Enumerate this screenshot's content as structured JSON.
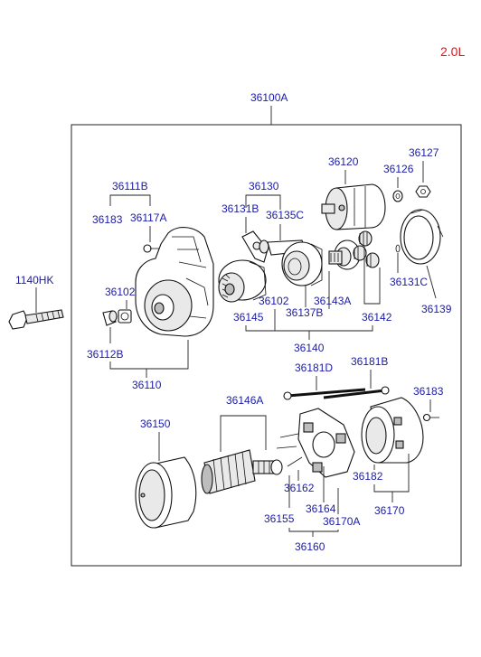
{
  "engine": "2.0L",
  "assembly": "36100A",
  "labels": {
    "p1140HK": "1140HK",
    "p36111B": "36111B",
    "p36183a": "36183",
    "p36117A": "36117A",
    "p36102a": "36102",
    "p36112B": "36112B",
    "p36110": "36110",
    "p36130": "36130",
    "p36131B": "36131B",
    "p36135C": "36135C",
    "p36102b": "36102",
    "p36145": "36145",
    "p36137B": "36137B",
    "p36143A": "36143A",
    "p36140": "36140",
    "p36120": "36120",
    "p36127": "36127",
    "p36126": "36126",
    "p36131C": "36131C",
    "p36139": "36139",
    "p36142": "36142",
    "p36181D": "36181D",
    "p36181B": "36181B",
    "p36183b": "36183",
    "p36146A": "36146A",
    "p36150": "36150",
    "p36162": "36162",
    "p36164": "36164",
    "p36155": "36155",
    "p36170A": "36170A",
    "p36160": "36160",
    "p36182": "36182",
    "p36170": "36170"
  }
}
